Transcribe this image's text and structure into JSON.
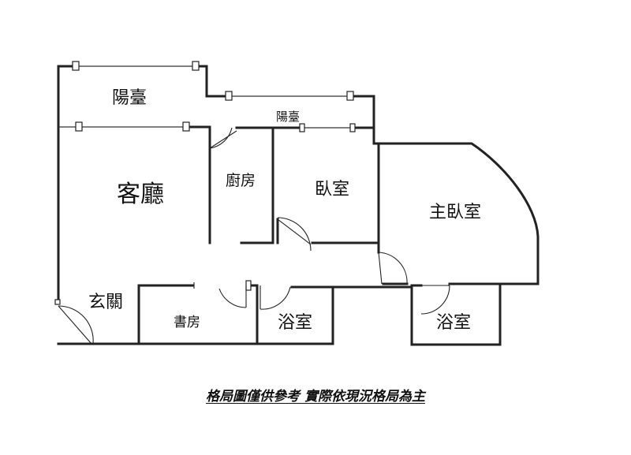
{
  "rooms": {
    "balcony_top": "陽臺",
    "balcony_small": "陽臺",
    "living_room": "客廳",
    "kitchen": "廚房",
    "bedroom": "臥室",
    "master_bedroom": "主臥室",
    "entrance": "玄關",
    "study": "書房",
    "bathroom": "浴室",
    "master_bathroom": "浴室"
  },
  "caption": "格局圖僅供參考 實際依現況格局為主"
}
